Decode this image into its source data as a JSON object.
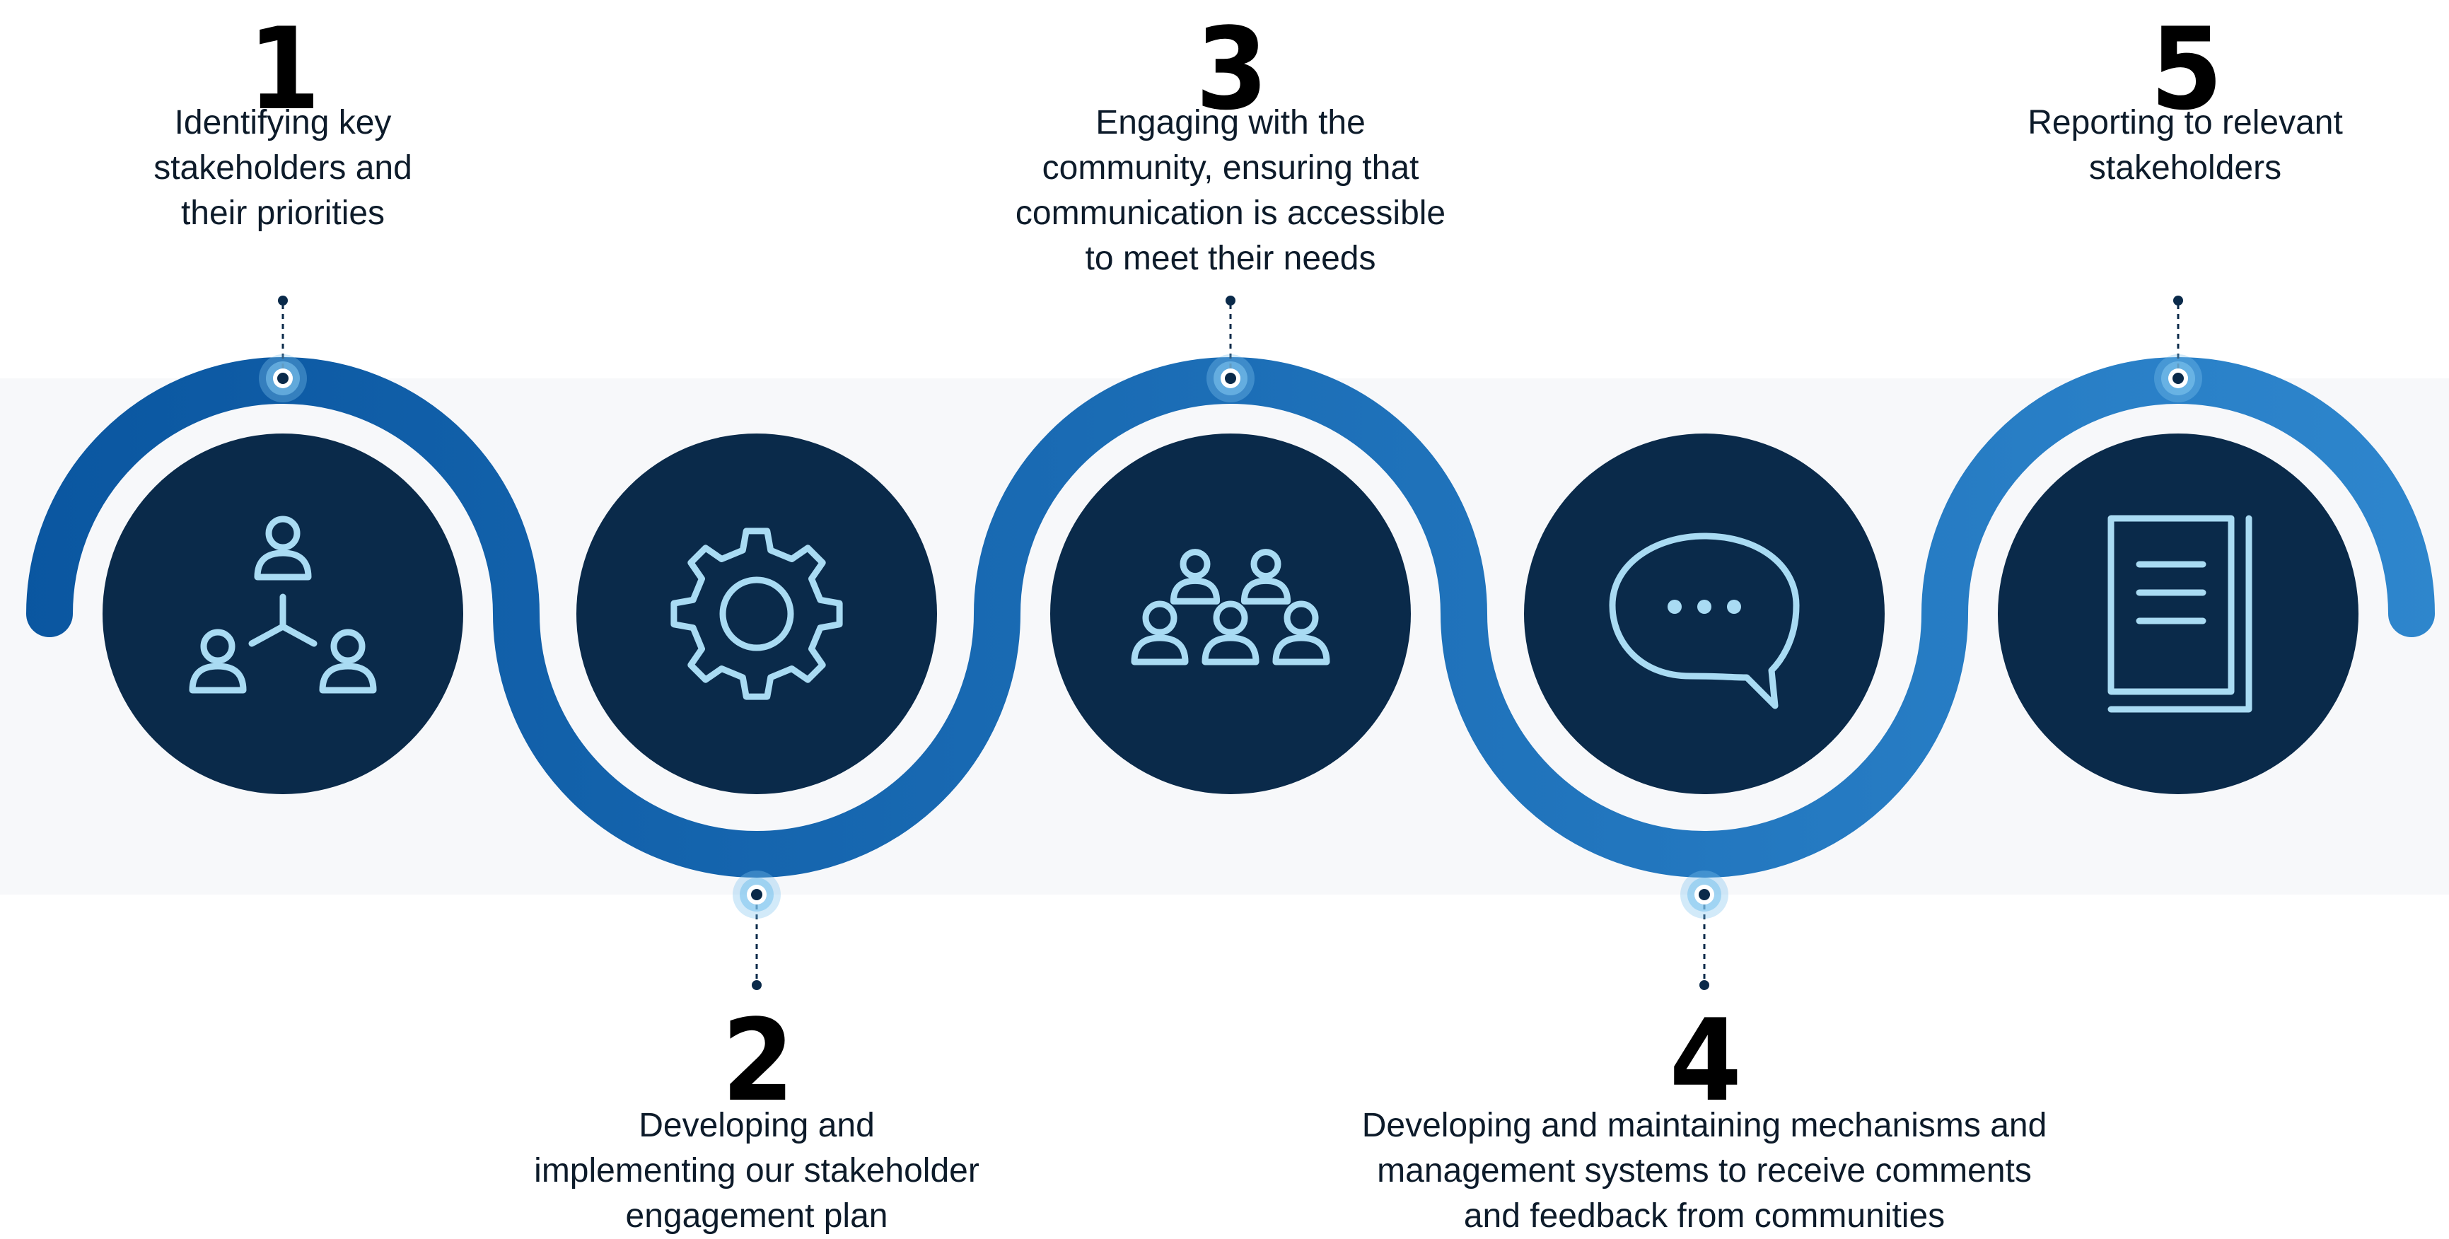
{
  "colors": {
    "band_background": "#f7f8fa",
    "circle_fill": "#0a2a4a",
    "icon_stroke": "#a9dbf3",
    "wave_dark": "#0a56a0",
    "wave_light": "#2e86cd",
    "dot_halo": "#7fc4ee",
    "connector": "#0a2a4a"
  },
  "steps": [
    {
      "number": "1",
      "text": "Identifying key\nstakeholders and\ntheir priorities",
      "icon": "network-people-icon"
    },
    {
      "number": "2",
      "text": "Developing and\nimplementing our stakeholder\nengagement plan",
      "icon": "gear-icon"
    },
    {
      "number": "3",
      "text": "Engaging with the\ncommunity, ensuring that\ncommunication is accessible\nto meet their needs",
      "icon": "group-people-icon"
    },
    {
      "number": "4",
      "text": "Developing and maintaining mechanisms and\nmanagement systems to receive comments\nand feedback from communities",
      "icon": "speech-bubble-icon"
    },
    {
      "number": "5",
      "text": "Reporting to relevant\nstakeholders",
      "icon": "document-icon"
    }
  ]
}
